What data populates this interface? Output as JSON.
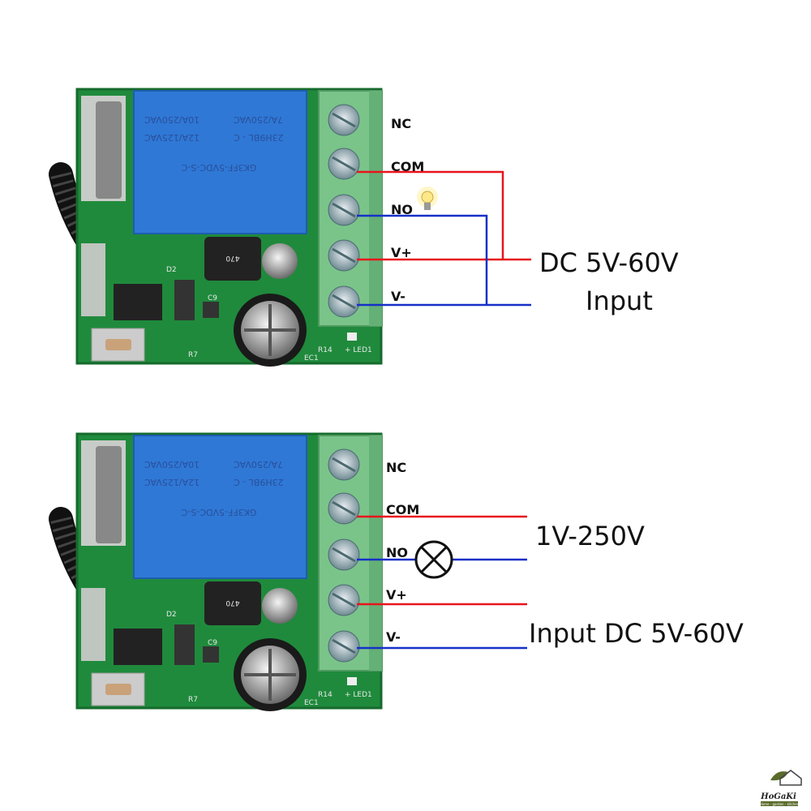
{
  "relay_markings": {
    "line1": "12A/125VAC",
    "line1b": "23H9BL - C",
    "line2": "10A/250VAC",
    "line2b": "7A/250VAC",
    "model": "GK3FF-5VDC-S-C"
  },
  "inductor_marking": "470",
  "pcb_silkscreen": {
    "r14": "R14",
    "led1": "+ LED1",
    "r7": "R7",
    "ec1": "EC1",
    "d2": "D2",
    "c9": "C9"
  },
  "terminals": [
    "NC",
    "COM",
    "NO",
    "V+",
    "V-"
  ],
  "diagram1": {
    "supply_label": "DC 5V-60V",
    "supply_label2": "Input"
  },
  "diagram2": {
    "load_label": "1V-250V",
    "supply_label": "Input DC 5V-60V"
  },
  "colors": {
    "positive_wire": "#e8141c",
    "negative_wire": "#1630c8",
    "pcb": "#1f8a3c",
    "terminal": "#7ac48a",
    "relay": "#2f78d6"
  },
  "logo": {
    "name": "HoGaKi",
    "tagline": "Home - garden - kitchen"
  }
}
